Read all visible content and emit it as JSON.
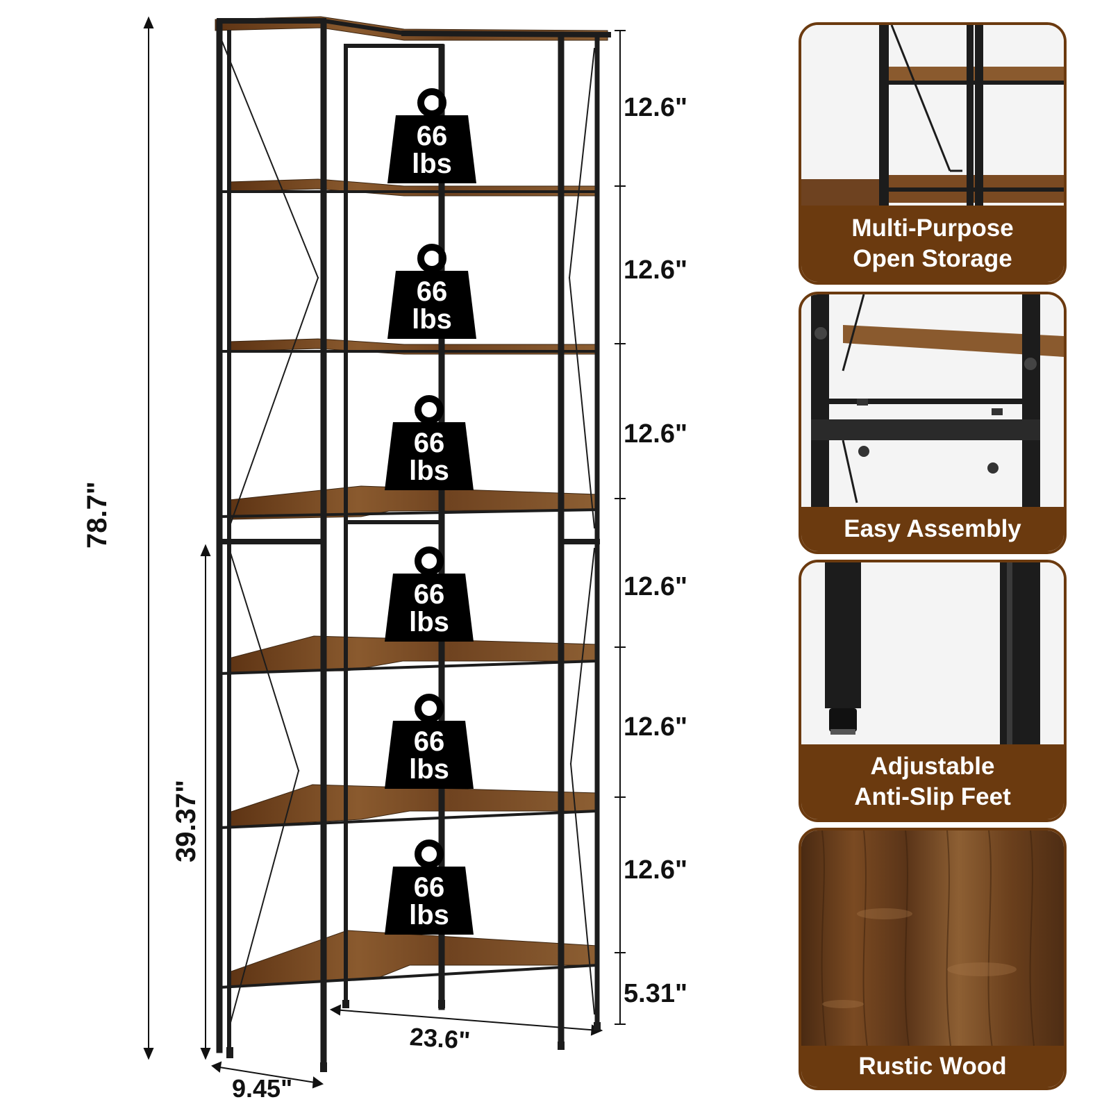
{
  "dimensions": {
    "total_height": "78.7\"",
    "lower_height": "39.37\"",
    "depth": "9.45\"",
    "width": "23.6\"",
    "shelf_spacings": [
      "12.6\"",
      "12.6\"",
      "12.6\"",
      "12.6\"",
      "12.6\"",
      "12.6\""
    ],
    "bottom_clearance": "5.31\""
  },
  "weight_capacity": {
    "value": "66",
    "unit": "lbs",
    "count": 6
  },
  "features": [
    {
      "caption_line1": "Multi-Purpose",
      "caption_line2": "Open Storage"
    },
    {
      "caption_line1": "Easy Assembly",
      "caption_line2": ""
    },
    {
      "caption_line1": "Adjustable",
      "caption_line2": "Anti-Slip Feet"
    },
    {
      "caption_line1": "Rustic Wood",
      "caption_line2": ""
    }
  ],
  "colors": {
    "frame": "#1c1c1c",
    "wood": "#7a4a22",
    "accent_brown": "#6b3a0f"
  }
}
